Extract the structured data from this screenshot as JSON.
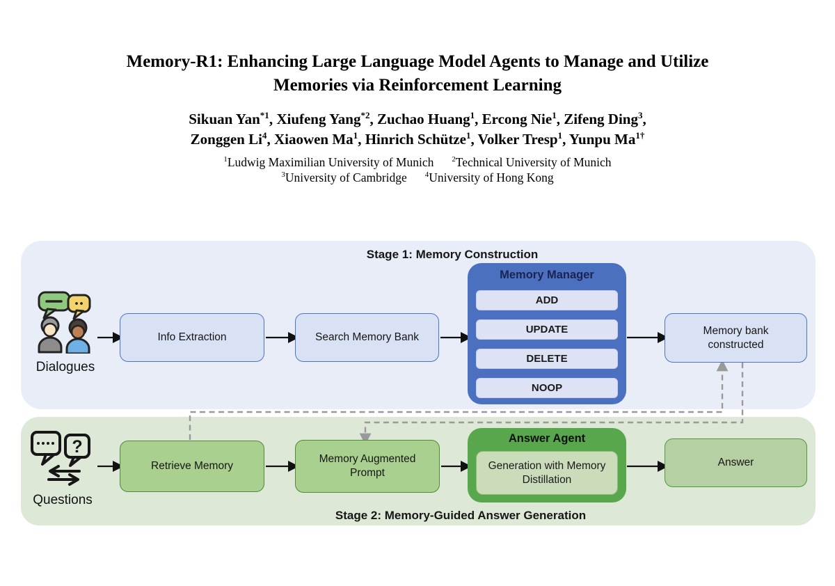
{
  "paper": {
    "title": {
      "line1": "Memory-R1: Enhancing Large Language Model Agents to Manage and Utilize",
      "line2": "Memories via Reinforcement Learning"
    },
    "authors": {
      "line1": [
        {
          "name": "Sikuan Yan",
          "sup": "*1",
          "sep": ", "
        },
        {
          "name": "Xiufeng Yang",
          "sup": "*2",
          "sep": ", "
        },
        {
          "name": "Zuchao Huang",
          "sup": "1",
          "sep": ", "
        },
        {
          "name": "Ercong Nie",
          "sup": "1",
          "sep": ", "
        },
        {
          "name": "Zifeng Ding",
          "sup": "3",
          "sep": ","
        }
      ],
      "line2": [
        {
          "name": "Zonggen Li",
          "sup": "4",
          "sep": ", "
        },
        {
          "name": "Xiaowen Ma",
          "sup": "1",
          "sep": ", "
        },
        {
          "name": "Hinrich Schütze",
          "sup": "1",
          "sep": ", "
        },
        {
          "name": "Volker Tresp",
          "sup": "1",
          "sep": ", "
        },
        {
          "name": "Yunpu Ma",
          "sup": "1†",
          "sep": ""
        }
      ]
    },
    "affiliations": {
      "line1": [
        {
          "sup": "1",
          "name": "Ludwig Maximilian University of Munich"
        },
        {
          "sup": "2",
          "name": "Technical University of Munich"
        }
      ],
      "line2": [
        {
          "sup": "3",
          "name": "University of Cambridge"
        },
        {
          "sup": "4",
          "name": "University of Hong Kong"
        }
      ]
    }
  },
  "diagram": {
    "stage1": {
      "label": "Stage 1: Memory Construction",
      "input_label": "Dialogues",
      "info_extraction": "Info Extraction",
      "search_memory_bank": "Search Memory Bank",
      "memory_manager": {
        "title": "Memory Manager",
        "ops": [
          "ADD",
          "UPDATE",
          "DELETE",
          "NOOP"
        ]
      },
      "memory_bank_constructed": "Memory bank constructed"
    },
    "stage2": {
      "label": "Stage 2: Memory-Guided Answer Generation",
      "input_label": "Questions",
      "retrieve_memory": "Retrieve Memory",
      "memory_augmented_prompt": "Memory Augmented Prompt",
      "answer_agent": {
        "title": "Answer Agent",
        "inner": "Generation with Memory Distillation"
      },
      "answer": "Answer"
    },
    "colors": {
      "stage1_panel": "#e9edf8",
      "stage1_box_fill": "#d9e1f4",
      "stage1_box_border": "#4d73c4",
      "memory_manager_fill": "#4c70c0",
      "memory_manager_title_text": "#1b2450",
      "op_box_fill": "#dde3f5",
      "stage2_panel": "#dde8d6",
      "stage2_box_fill": "#a9d08e",
      "stage2_box_border": "#4e8a3a",
      "answer_agent_fill": "#58a74d",
      "answer_agent_inner_fill": "#cbdcba",
      "answer_box_fill": "#b6d0a3",
      "dashed_connector": "#9a9a9a",
      "solid_arrow": "#111111"
    }
  }
}
